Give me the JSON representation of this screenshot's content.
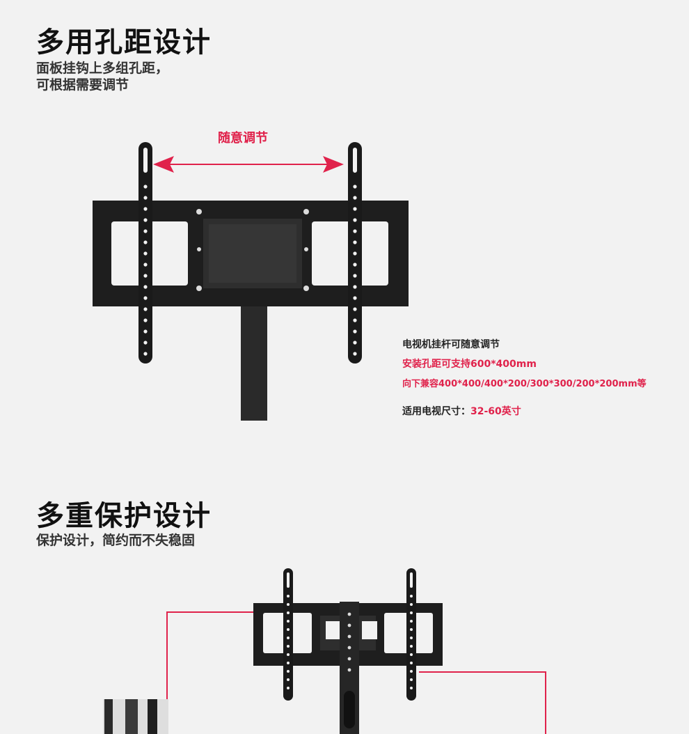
{
  "section1": {
    "title": "多用孔距设计",
    "subtitle_line1": "面板挂钩上多组孔距，",
    "subtitle_line2": "可根据需要调节",
    "arrow_label": "随意调节",
    "note_adjust": "电视机挂杆可随意调节",
    "note_hole_spacing": "安装孔距可支持600*400mm",
    "note_compatible": "向下兼容400*400/400*200/300*300/200*200mm等",
    "note_tv_size_label": "适用电视尺寸：",
    "note_tv_size_value": "32-60英寸"
  },
  "section2": {
    "title": "多重保护设计",
    "subtitle": "保护设计，简约而不失稳固"
  },
  "colors": {
    "accent_red": "#e0224b",
    "bracket_black": "#1e1e1e",
    "background": "#f2f2f2"
  }
}
